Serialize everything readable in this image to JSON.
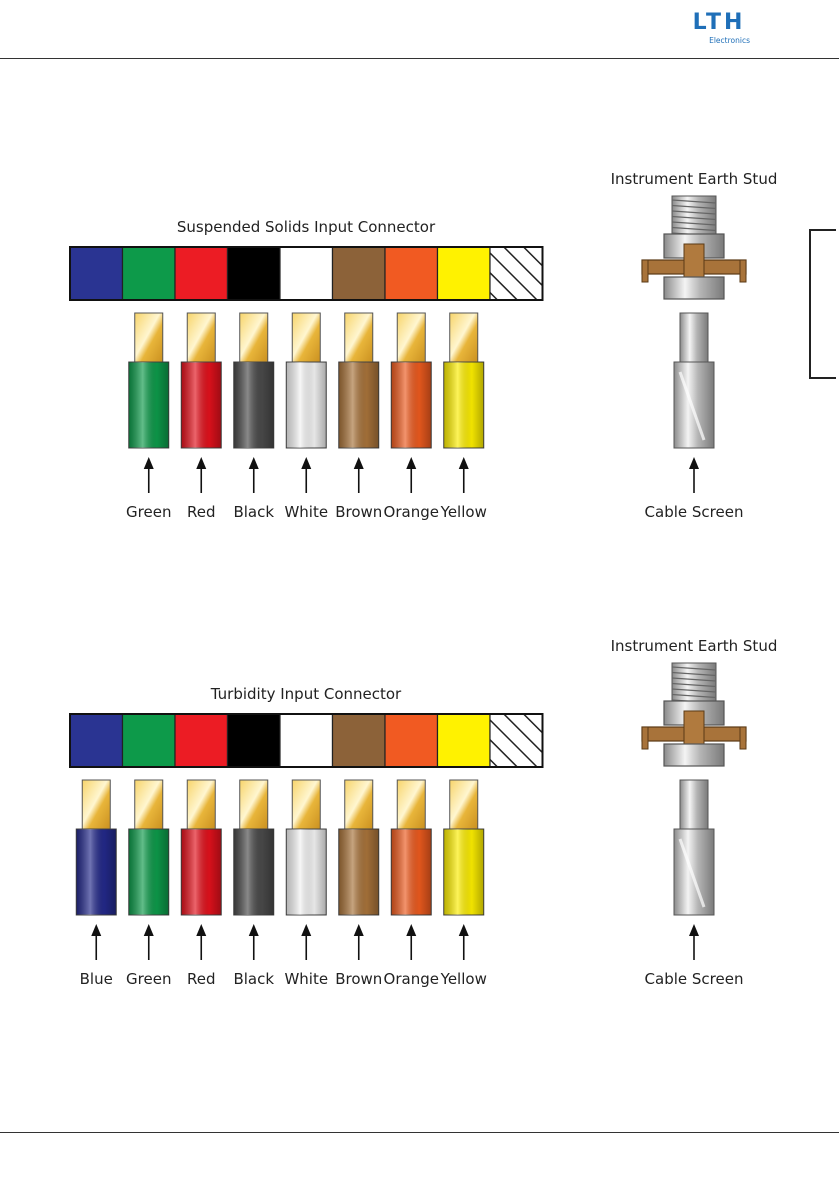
{
  "header": {
    "logo": {
      "main": "LTH",
      "sub": "Electronics",
      "color": "#1f6fb8"
    }
  },
  "diagrams": [
    {
      "title": "Suspended Solids Input Connector",
      "connector_colors": [
        "#2a3492",
        "#0d9a4a",
        "#ec1c24",
        "#000000",
        "#ffffff",
        "#8c6239",
        "#f15a22",
        "#fff200",
        "hatched"
      ],
      "wires": [
        {
          "label": "Green",
          "color": "#0d9a4a"
        },
        {
          "label": "Red",
          "color": "#e2111c"
        },
        {
          "label": "Black",
          "color": "#4a4a4a"
        },
        {
          "label": "White",
          "color": "#f2f2f2"
        },
        {
          "label": "Brown",
          "color": "#a8733a"
        },
        {
          "label": "Orange",
          "color": "#ec5a1e"
        },
        {
          "label": "Yellow",
          "color": "#fdee00"
        }
      ],
      "earth_stud": {
        "title": "Instrument Earth Stud",
        "label": "Cable Screen"
      }
    },
    {
      "title": "Turbidity Input Connector",
      "connector_colors": [
        "#2a3492",
        "#0d9a4a",
        "#ec1c24",
        "#000000",
        "#ffffff",
        "#8c6239",
        "#f15a22",
        "#fff200",
        "hatched"
      ],
      "wires": [
        {
          "label": "Blue",
          "color": "#23298a"
        },
        {
          "label": "Green",
          "color": "#0d9a4a"
        },
        {
          "label": "Red",
          "color": "#e2111c"
        },
        {
          "label": "Black",
          "color": "#4a4a4a"
        },
        {
          "label": "White",
          "color": "#f2f2f2"
        },
        {
          "label": "Brown",
          "color": "#a8733a"
        },
        {
          "label": "Orange",
          "color": "#ec5a1e"
        },
        {
          "label": "Yellow",
          "color": "#fdee00"
        }
      ],
      "earth_stud": {
        "title": "Instrument Earth Stud",
        "label": "Cable Screen"
      }
    }
  ]
}
